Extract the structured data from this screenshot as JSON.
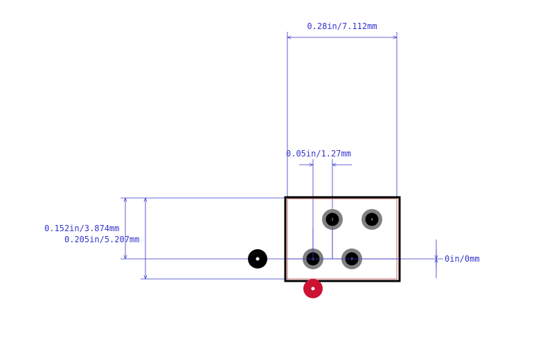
{
  "dimensions": {
    "overall_width": "0.28in/7.112mm",
    "pitch": "0.05in/1.27mm",
    "row_spacing": "0.152in/3.874mm",
    "overall_height": "0.205in/5.207mm",
    "origin_offset": "0in/0mm"
  },
  "pads": [
    {
      "label": "1"
    },
    {
      "label": "2"
    },
    {
      "label": "3"
    },
    {
      "label": "4"
    }
  ],
  "colors": {
    "dimension_line": "#3333cc",
    "outline": "#000000",
    "courtyard": "#cc6666",
    "pad_ring": "#808080",
    "pad_hole": "#000000",
    "origin_marker": "#000000",
    "pin1_marker": "#cc1133"
  }
}
